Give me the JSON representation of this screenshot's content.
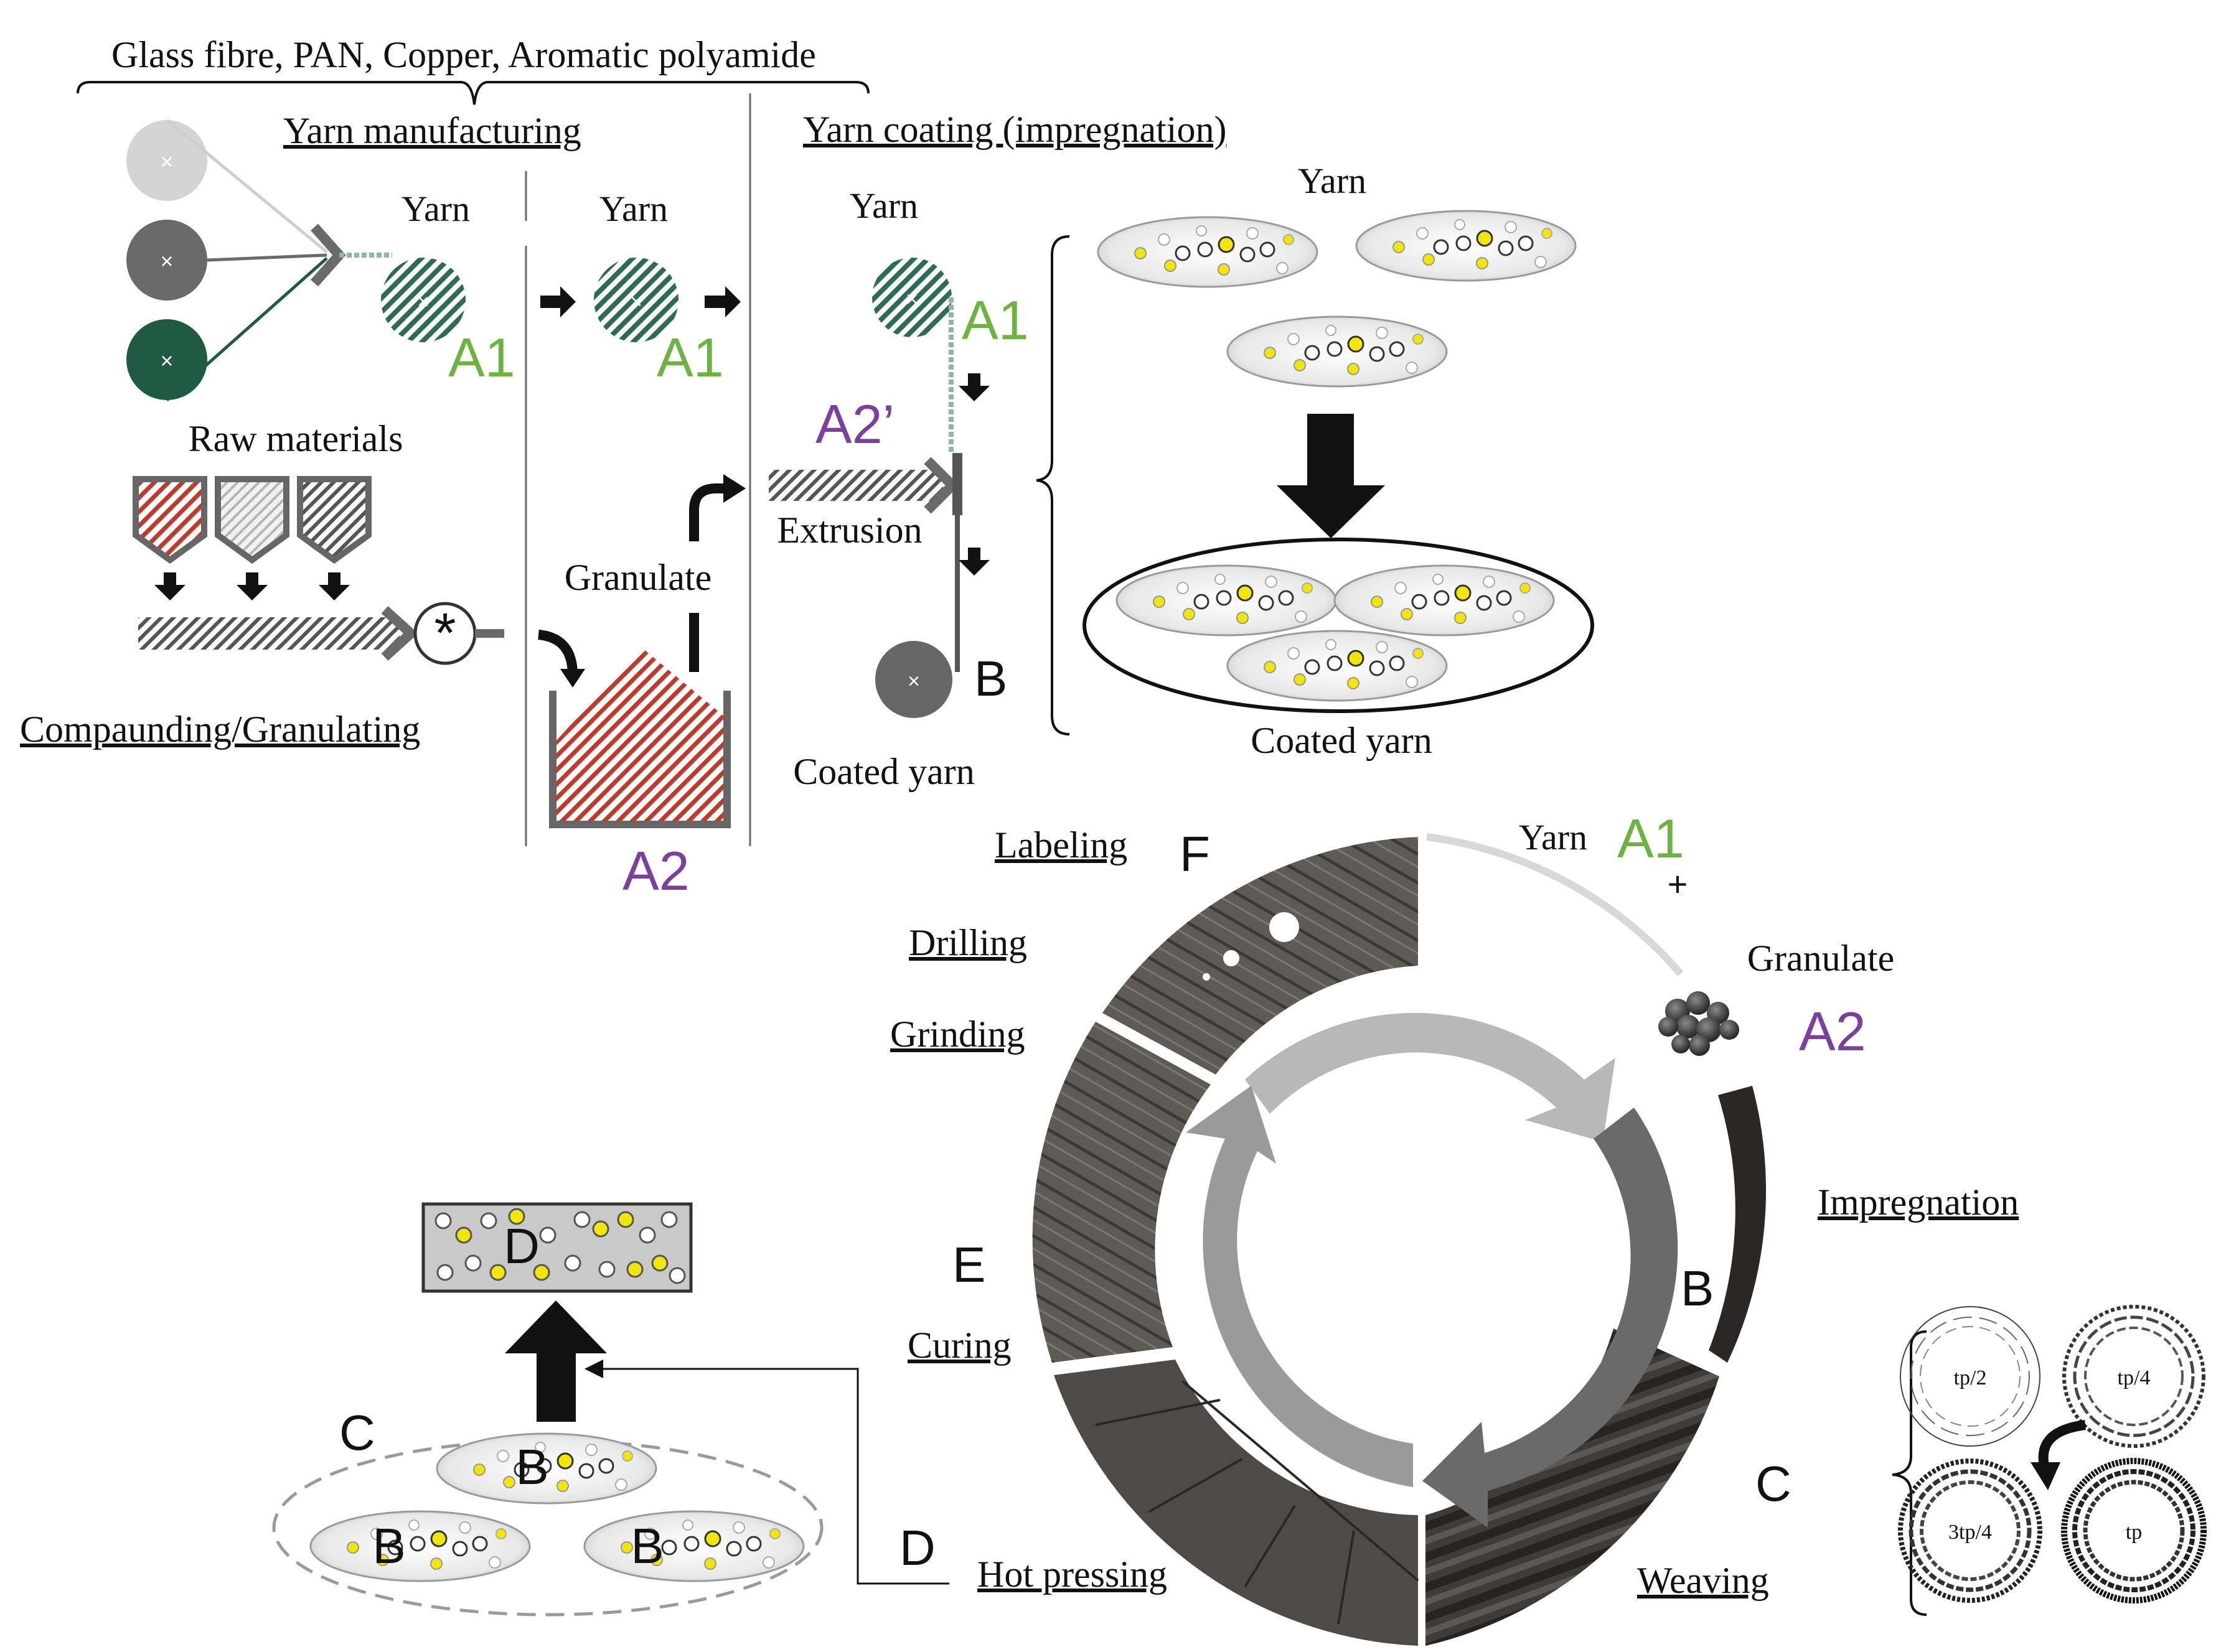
{
  "materials_label": "Glass fibre, PAN, Copper, Aromatic polyamide",
  "sections": {
    "yarn_manufacturing": "Yarn manufacturing",
    "yarn_coating": "Yarn coating (impregnation)",
    "compounding": "Compaunding/Granulating"
  },
  "labels": {
    "yarn": "Yarn",
    "raw_materials": "Raw materials",
    "granulate": "Granulate",
    "extrusion": "Extrusion",
    "coated_yarn": "Coated yarn",
    "plus": "+"
  },
  "codes": {
    "a1": "A1",
    "a2": "A2",
    "a2_prime": "A2’",
    "b": "B",
    "c": "C",
    "d": "D",
    "e": "E",
    "f": "F"
  },
  "steps": {
    "labeling": "Labeling",
    "drilling": "Drilling",
    "grinding": "Grinding",
    "impregnation": "Impregnation",
    "curing": "Curing",
    "hot_pressing": "Hot pressing",
    "weaving": "Weaving"
  },
  "weave_patterns": [
    "tp/2",
    "tp/4",
    "3tp/4",
    "tp"
  ],
  "colors": {
    "a1_green": "#6db33f",
    "a2_purple": "#7b3fa0",
    "red_material": "#c0392b",
    "dark_green": "#1f5a45",
    "yellow_particle": "#f2e200"
  }
}
